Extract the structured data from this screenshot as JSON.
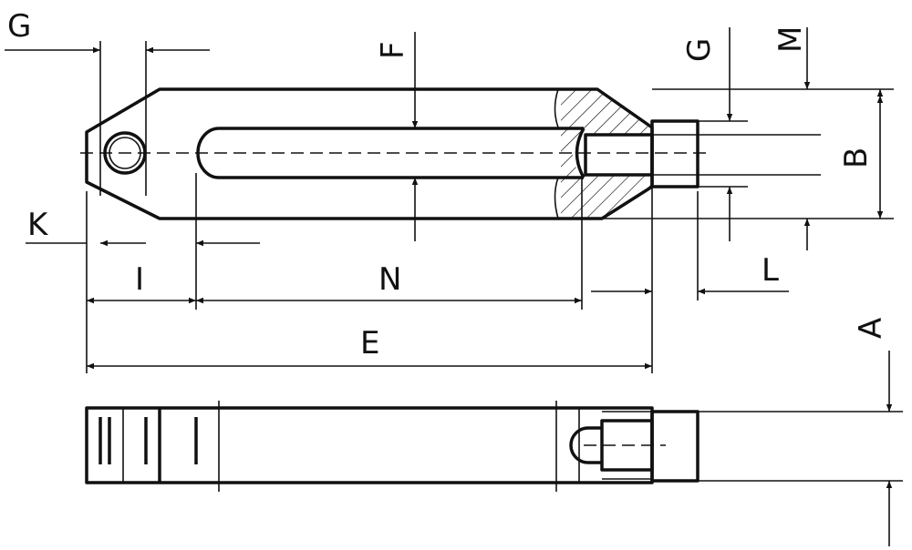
{
  "drawing": {
    "labels": {
      "g_top_left": "G",
      "f": "F",
      "g_right": "G",
      "m": "M",
      "b": "B",
      "k": "K",
      "i": "I",
      "n": "N",
      "l": "L",
      "e": "E",
      "a": "A"
    }
  }
}
